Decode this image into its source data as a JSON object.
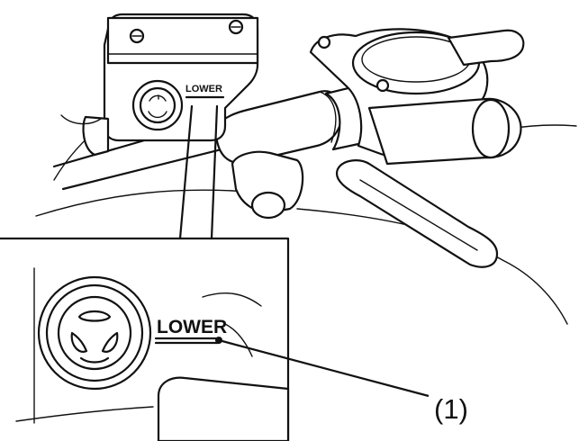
{
  "illustration": {
    "reservoir_marking": "LOWER",
    "inset_marking": "LOWER",
    "callout_number": "(1)"
  }
}
